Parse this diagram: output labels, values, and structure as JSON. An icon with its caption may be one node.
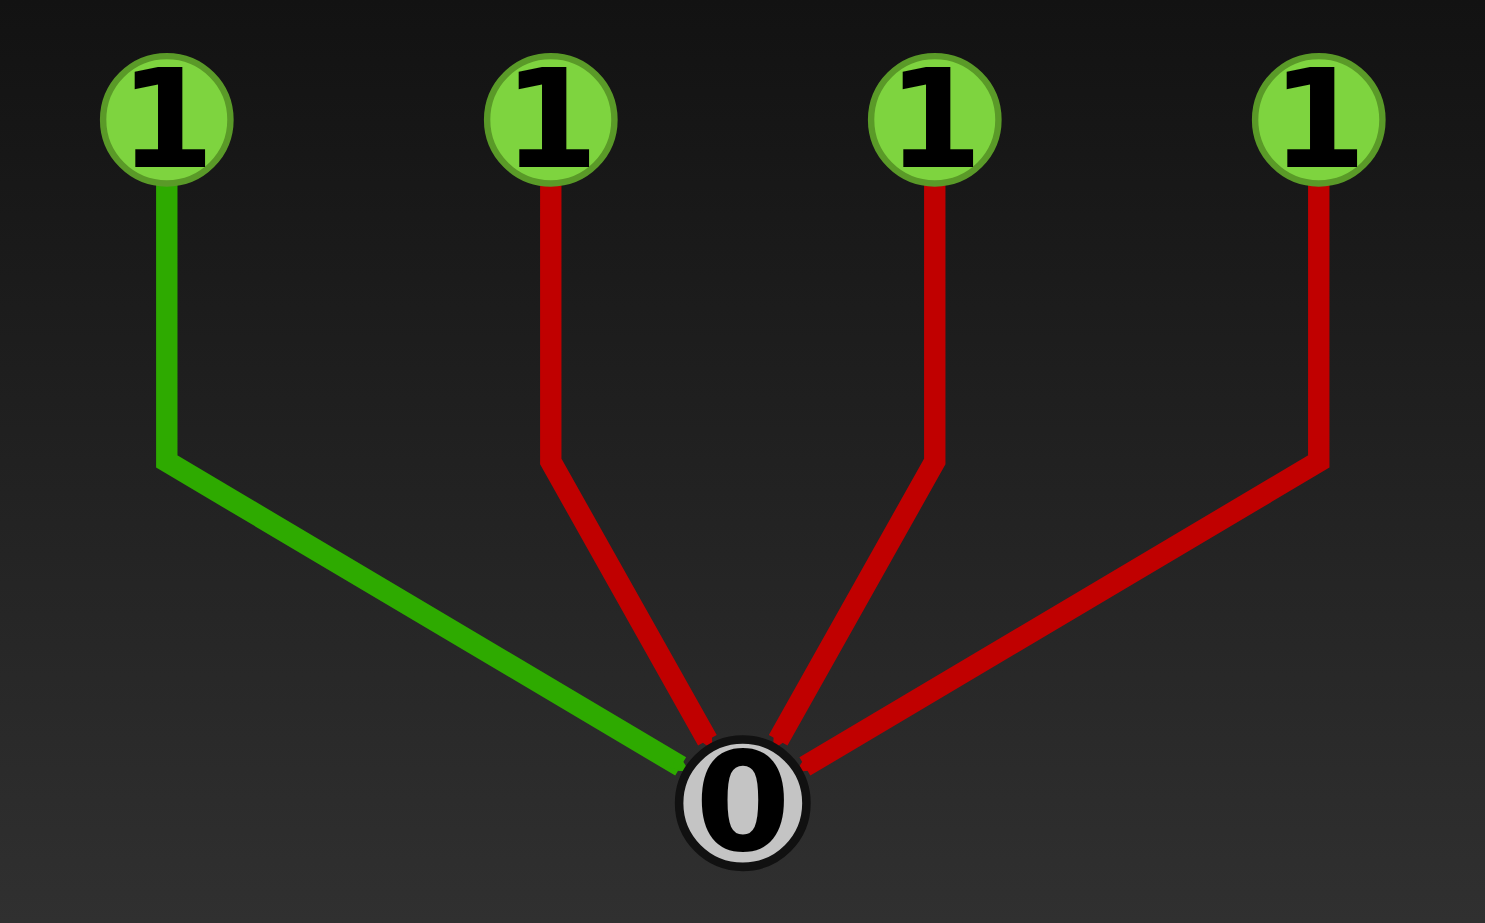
{
  "diagram": {
    "nodes": [
      {
        "text": [
          "1"
        ]
      },
      {
        "text": [
          "1"
        ]
      },
      {
        "text": [
          "1"
        ]
      },
      {
        "text": [
          "1"
        ]
      },
      {
        "text": [
          "0"
        ]
      }
    ],
    "edges": [
      {
        "from": 0,
        "to": 4,
        "arrow": "to",
        "color": "#2eaa00"
      },
      {
        "from": 1,
        "to": 4,
        "arrow": "to"
      },
      {
        "from": 2,
        "to": 4,
        "arrow": "to"
      },
      {
        "from": 3,
        "to": 4,
        "arrow": "to"
      }
    ]
  }
}
